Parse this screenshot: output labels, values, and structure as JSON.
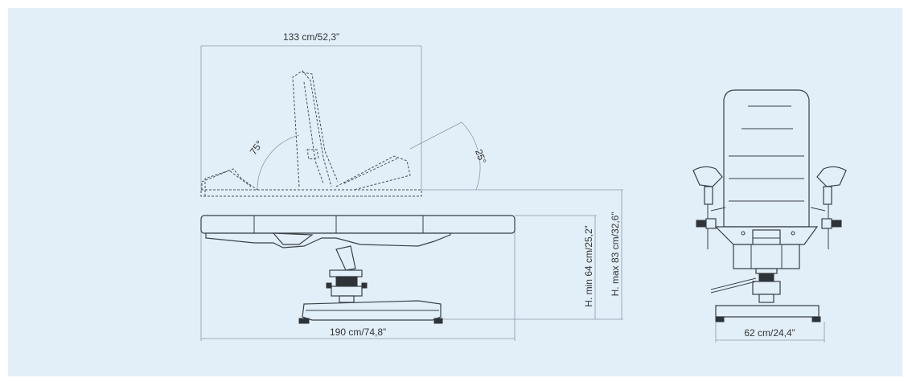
{
  "dimensions": {
    "top_length": "133 cm/52,3”",
    "angle_back": "75°",
    "angle_leg": "25°",
    "height_min": "H. min 64 cm/25,2”",
    "height_max": "H. max 83 cm/32,6”",
    "total_length": "190 cm/74,8”",
    "width": "62 cm/24,4”"
  },
  "colors": {
    "background": "#e2eff9",
    "line": "#3a3f45"
  }
}
